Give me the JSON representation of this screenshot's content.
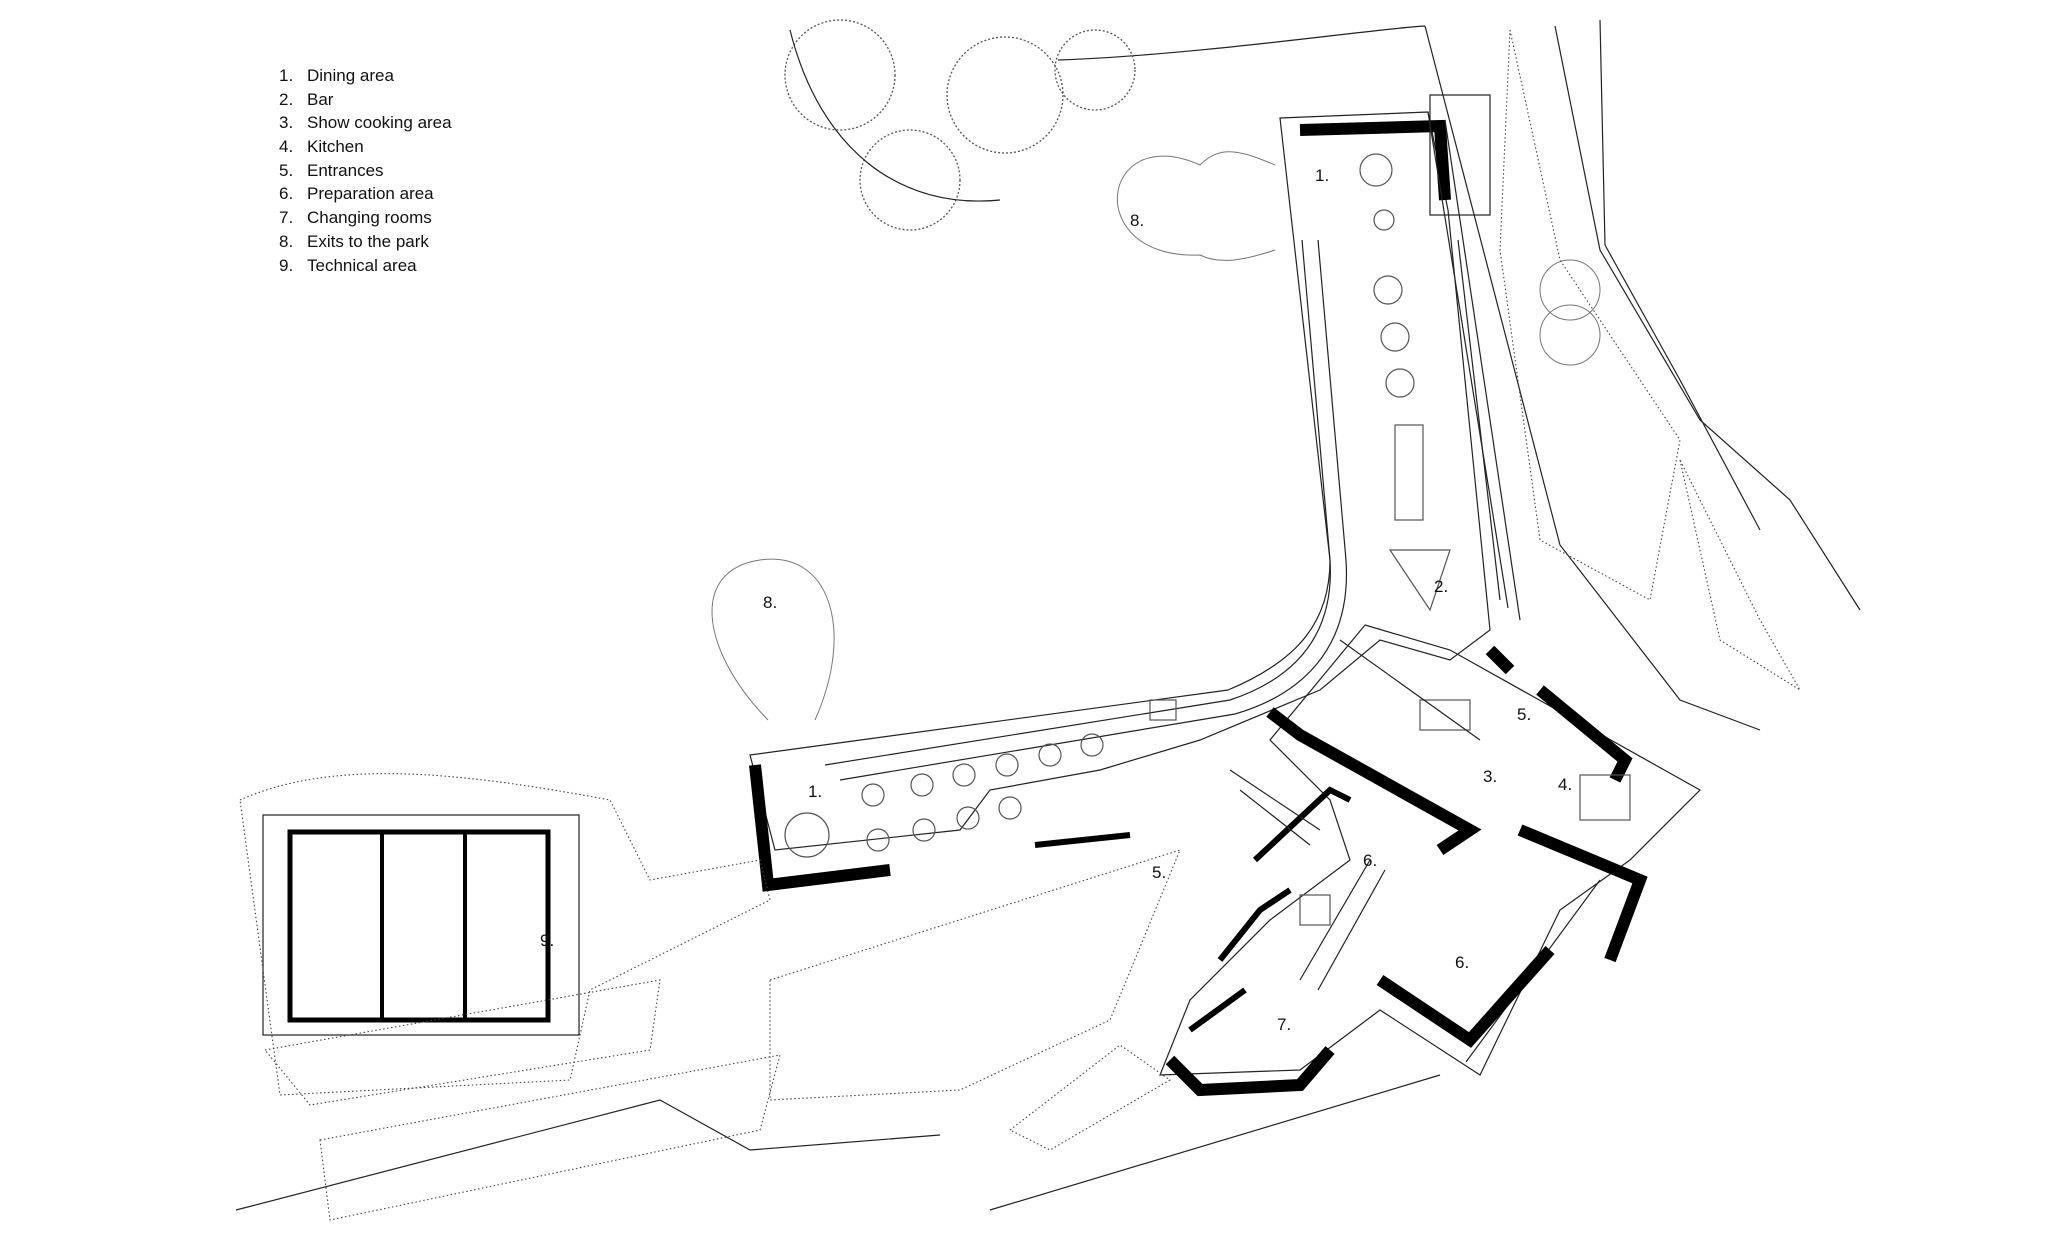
{
  "legend": [
    {
      "num": "1.",
      "label": "Dining area"
    },
    {
      "num": "2.",
      "label": "Bar"
    },
    {
      "num": "3.",
      "label": "Show cooking area"
    },
    {
      "num": "4.",
      "label": "Kitchen"
    },
    {
      "num": "5.",
      "label": "Entrances"
    },
    {
      "num": "6.",
      "label": "Preparation area"
    },
    {
      "num": "7.",
      "label": "Changing rooms"
    },
    {
      "num": "8.",
      "label": "Exits to the park"
    },
    {
      "num": "9.",
      "label": "Technical area"
    }
  ],
  "plan_labels": {
    "dining_north": "1.",
    "dining_west": "1.",
    "bar": "2.",
    "show_cooking": "3.",
    "kitchen": "4.",
    "entrance_east": "5.",
    "entrance_south": "5.",
    "prep_north": "6.",
    "prep_south": "6.",
    "changing": "7.",
    "exit_north": "8.",
    "exit_west": "8.",
    "technical": "9."
  },
  "colors": {
    "line": "#222222",
    "wall": "#000000",
    "background": "#ffffff"
  }
}
